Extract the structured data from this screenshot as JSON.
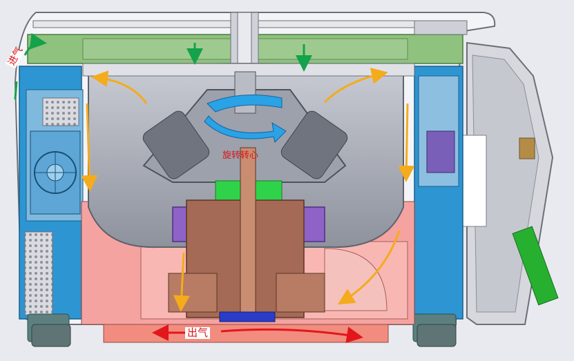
{
  "labels": {
    "air_inlet": "进气",
    "air_outlet": "出气",
    "rotor": "旋转转心"
  },
  "colors": {
    "outer_shell": "#f3f4f7",
    "lid_green": "#8ec27e",
    "side_chamber_blue": "#2e95d3",
    "lower_chamber_pink": "#f5a3a0",
    "bowl_gray": "#a9acb6",
    "motor_brown": "#a46a55",
    "coupling_purple": "#8f62c7",
    "airflow_yellow": "#f4ab1c",
    "inflow_green": "#14a24a",
    "outflow_red": "#e3161b",
    "rotation_arrow_blue": "#2aa2e6"
  },
  "icons": {
    "rotation": "rotation-arrow-icon",
    "fan": "fan-grille-icon"
  }
}
